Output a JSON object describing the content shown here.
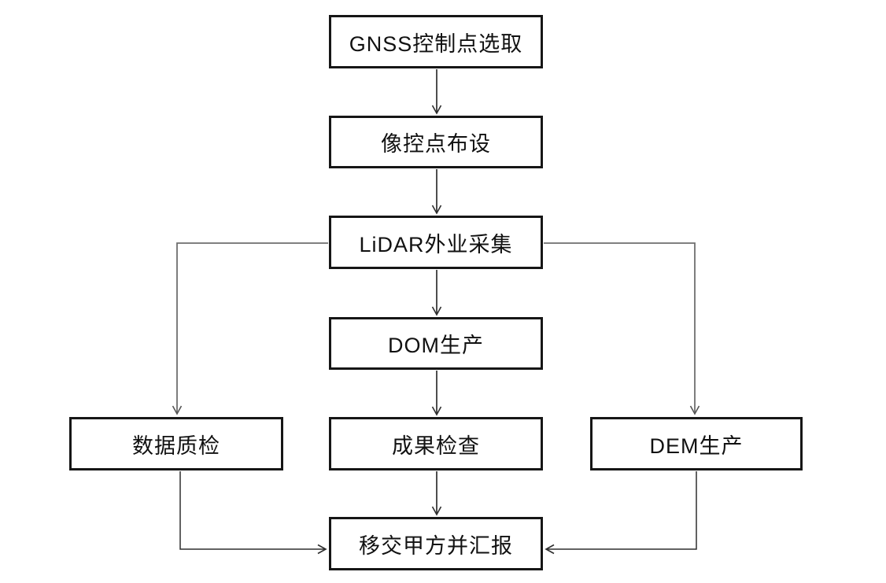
{
  "diagram": {
    "title": "LiDAR mapping production workflow flowchart",
    "nodes": {
      "gnss": {
        "label": "GNSS控制点选取"
      },
      "photo_control": {
        "label": "像控点布设"
      },
      "lidar": {
        "label": "LiDAR外业采集"
      },
      "dom": {
        "label": "DOM生产"
      },
      "quality_check": {
        "label": "数据质检"
      },
      "result_check": {
        "label": "成果检查"
      },
      "dem": {
        "label": "DEM生产"
      },
      "handover": {
        "label": "移交甲方并汇报"
      }
    },
    "edges": [
      {
        "from": "gnss",
        "to": "photo_control"
      },
      {
        "from": "photo_control",
        "to": "lidar"
      },
      {
        "from": "lidar",
        "to": "dom"
      },
      {
        "from": "lidar",
        "to": "quality_check"
      },
      {
        "from": "lidar",
        "to": "dem"
      },
      {
        "from": "dom",
        "to": "result_check"
      },
      {
        "from": "result_check",
        "to": "handover"
      },
      {
        "from": "quality_check",
        "to": "handover"
      },
      {
        "from": "dem",
        "to": "handover"
      }
    ],
    "colors": {
      "background": "#ffffff",
      "box_border": "#161616",
      "box_fill": "#ffffff",
      "text": "#111111",
      "arrow_dark": "#2e2e2e",
      "arrow_gray": "#808080"
    }
  }
}
